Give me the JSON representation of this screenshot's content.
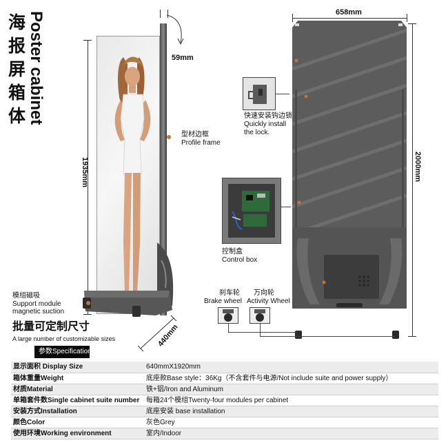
{
  "title": {
    "cn": [
      "海",
      "报",
      "屏",
      "箱",
      "体"
    ],
    "en": "Poster cabinet"
  },
  "dimensions": {
    "height_left": "1935mm",
    "depth_top": "59mm",
    "depth_base": "440mm",
    "width_right": "658mm",
    "height_right": "2000mm"
  },
  "labels": {
    "profile_frame_cn": "型材边框",
    "profile_frame_en": "Profile frame",
    "support_module_cn": "模组磁吸",
    "support_module_en1": "Support module",
    "support_module_en2": "magnetic suction",
    "customizable_cn": "批量可定制尺寸",
    "customizable_en": "A large number of customizable sizes",
    "lock_cn": "快速安装钩边锁",
    "lock_en1": "Quickly install",
    "lock_en2": "the lock.",
    "control_box_cn": "控制盒",
    "control_box_en": "Control box",
    "brake_wheel_cn": "刹车轮",
    "brake_wheel_en": "Brake wheel",
    "activity_wheel_cn": "万向轮",
    "activity_wheel_en": "Activity Wheel"
  },
  "spec_tag": "参数Specification",
  "specs": [
    {
      "key": "显示面积 Display Size",
      "value": "640mmX1920mm"
    },
    {
      "key": "箱体重量Weight",
      "value": "底座款Base style：36Kg（不含套件与电源/Not include suite and power supply）"
    },
    {
      "key": "材质Material",
      "value": "铁+铝/Iron and Aluminum"
    },
    {
      "key": "单箱套件数Single cabinet suite number",
      "value": "每箱24个模组Twenty-four modules per cabinet"
    },
    {
      "key": "安装方式Installation",
      "value": "底座安装  base installation"
    },
    {
      "key": "颜色Color",
      "value": "灰色Grey"
    },
    {
      "key": "使用环境Working environment",
      "value": "室内/Indoor"
    }
  ],
  "colors": {
    "cabinet_grey": "#5a5a5a",
    "frame_dark": "#3a3a3a",
    "table_row_alt": "#ececec",
    "tag_black": "#0b0b0b",
    "accent_pcb_green": "#2f6b3a"
  }
}
